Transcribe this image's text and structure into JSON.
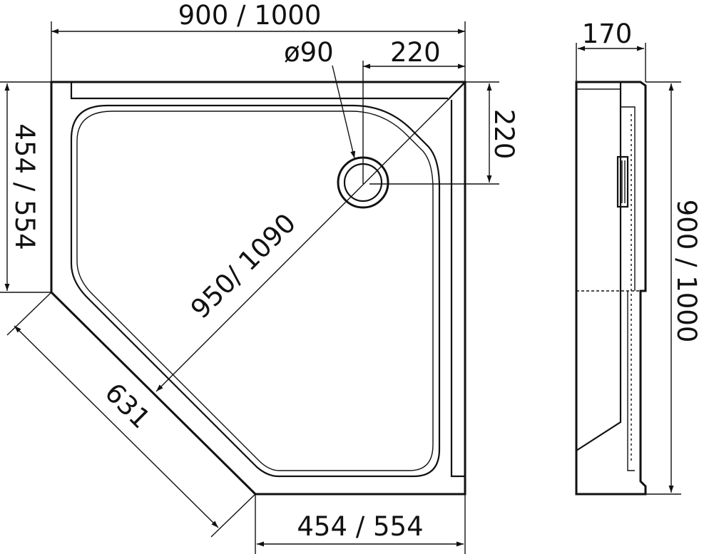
{
  "dimensions": {
    "top_width": "900 / 1000",
    "drain_diameter": "ø90",
    "drain_offset_x": "220",
    "drain_offset_y": "220",
    "side_left": "454 / 554",
    "diagonal": "950/ 1090",
    "angled_side": "631",
    "bottom_width": "454 / 554",
    "profile_height": "170",
    "profile_length": "900 / 1000"
  }
}
